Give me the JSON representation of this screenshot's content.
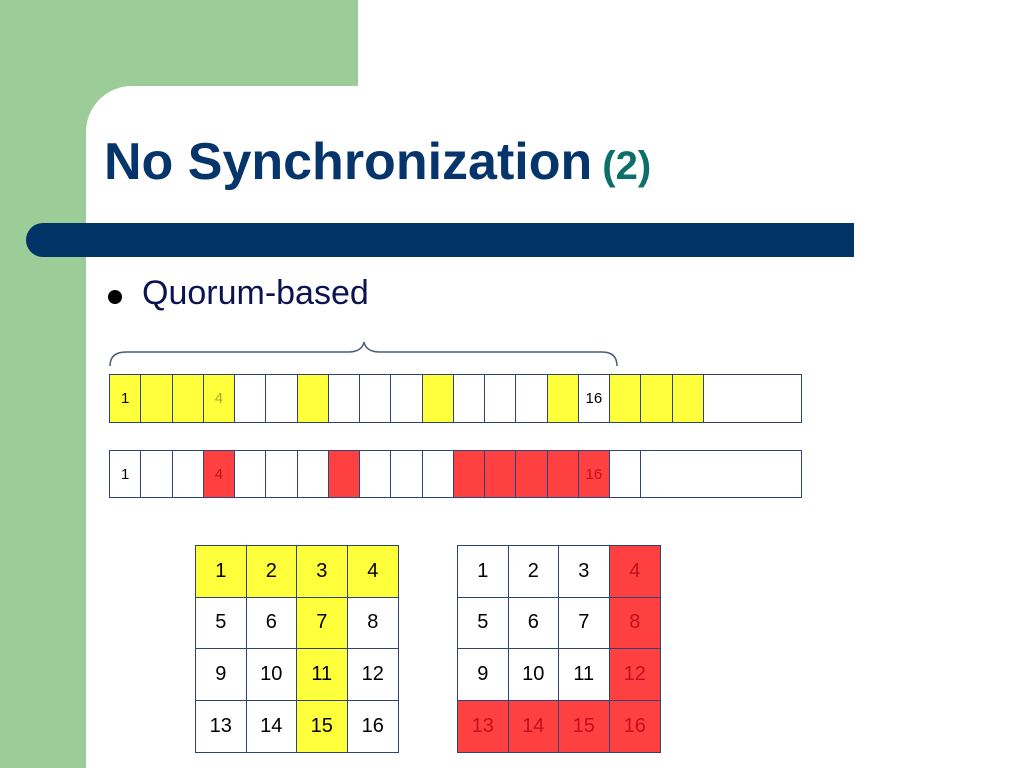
{
  "slide": {
    "title": "No Synchronization",
    "title_suffix": "(2)",
    "bullet": "Quorum-based"
  },
  "colors": {
    "background_band": "#9ccc98",
    "title": "#05356a",
    "title_suffix": "#0e6f6a",
    "title_bar": "#003466",
    "yellow": "#ffff3b",
    "red": "#ff4040"
  },
  "strip_yellow": {
    "cells": [
      {
        "label": "1",
        "fill": "yellow"
      },
      {
        "label": "",
        "fill": "yellow"
      },
      {
        "label": "",
        "fill": "yellow"
      },
      {
        "label": "4",
        "fill": "yellow",
        "text_color": "olive"
      },
      {
        "label": "",
        "fill": "none"
      },
      {
        "label": "",
        "fill": "none"
      },
      {
        "label": "",
        "fill": "yellow"
      },
      {
        "label": "",
        "fill": "none"
      },
      {
        "label": "",
        "fill": "none"
      },
      {
        "label": "",
        "fill": "none"
      },
      {
        "label": "",
        "fill": "yellow"
      },
      {
        "label": "",
        "fill": "none"
      },
      {
        "label": "",
        "fill": "none"
      },
      {
        "label": "",
        "fill": "none"
      },
      {
        "label": "",
        "fill": "yellow"
      },
      {
        "label": "16",
        "fill": "none"
      },
      {
        "label": "",
        "fill": "yellow"
      },
      {
        "label": "",
        "fill": "yellow"
      },
      {
        "label": "",
        "fill": "yellow"
      }
    ]
  },
  "strip_red": {
    "cells": [
      {
        "label": "1",
        "fill": "none"
      },
      {
        "label": "",
        "fill": "none"
      },
      {
        "label": "",
        "fill": "none"
      },
      {
        "label": "4",
        "fill": "red",
        "text_color": "darkred"
      },
      {
        "label": "",
        "fill": "none"
      },
      {
        "label": "",
        "fill": "none"
      },
      {
        "label": "",
        "fill": "none"
      },
      {
        "label": "",
        "fill": "red"
      },
      {
        "label": "",
        "fill": "none"
      },
      {
        "label": "",
        "fill": "none"
      },
      {
        "label": "",
        "fill": "none"
      },
      {
        "label": "",
        "fill": "red"
      },
      {
        "label": "",
        "fill": "red"
      },
      {
        "label": "",
        "fill": "red"
      },
      {
        "label": "",
        "fill": "red"
      },
      {
        "label": "16",
        "fill": "red",
        "text_color": "darkred"
      },
      {
        "label": "",
        "fill": "none"
      }
    ]
  },
  "grid_yellow": {
    "cells": [
      {
        "label": "1",
        "fill": "yellow"
      },
      {
        "label": "2",
        "fill": "yellow"
      },
      {
        "label": "3",
        "fill": "yellow"
      },
      {
        "label": "4",
        "fill": "yellow"
      },
      {
        "label": "5",
        "fill": "none"
      },
      {
        "label": "6",
        "fill": "none"
      },
      {
        "label": "7",
        "fill": "yellow"
      },
      {
        "label": "8",
        "fill": "none"
      },
      {
        "label": "9",
        "fill": "none"
      },
      {
        "label": "10",
        "fill": "none"
      },
      {
        "label": "11",
        "fill": "yellow"
      },
      {
        "label": "12",
        "fill": "none"
      },
      {
        "label": "13",
        "fill": "none"
      },
      {
        "label": "14",
        "fill": "none"
      },
      {
        "label": "15",
        "fill": "yellow"
      },
      {
        "label": "16",
        "fill": "none"
      }
    ]
  },
  "grid_red": {
    "cells": [
      {
        "label": "1",
        "fill": "none"
      },
      {
        "label": "2",
        "fill": "none"
      },
      {
        "label": "3",
        "fill": "none"
      },
      {
        "label": "4",
        "fill": "red",
        "text_color": "darkred"
      },
      {
        "label": "5",
        "fill": "none"
      },
      {
        "label": "6",
        "fill": "none"
      },
      {
        "label": "7",
        "fill": "none"
      },
      {
        "label": "8",
        "fill": "red",
        "text_color": "darkred"
      },
      {
        "label": "9",
        "fill": "none"
      },
      {
        "label": "10",
        "fill": "none"
      },
      {
        "label": "11",
        "fill": "none"
      },
      {
        "label": "12",
        "fill": "red",
        "text_color": "darkred"
      },
      {
        "label": "13",
        "fill": "red",
        "text_color": "darkred"
      },
      {
        "label": "14",
        "fill": "red",
        "text_color": "darkred"
      },
      {
        "label": "15",
        "fill": "red",
        "text_color": "darkred"
      },
      {
        "label": "16",
        "fill": "red",
        "text_color": "darkred"
      }
    ]
  }
}
